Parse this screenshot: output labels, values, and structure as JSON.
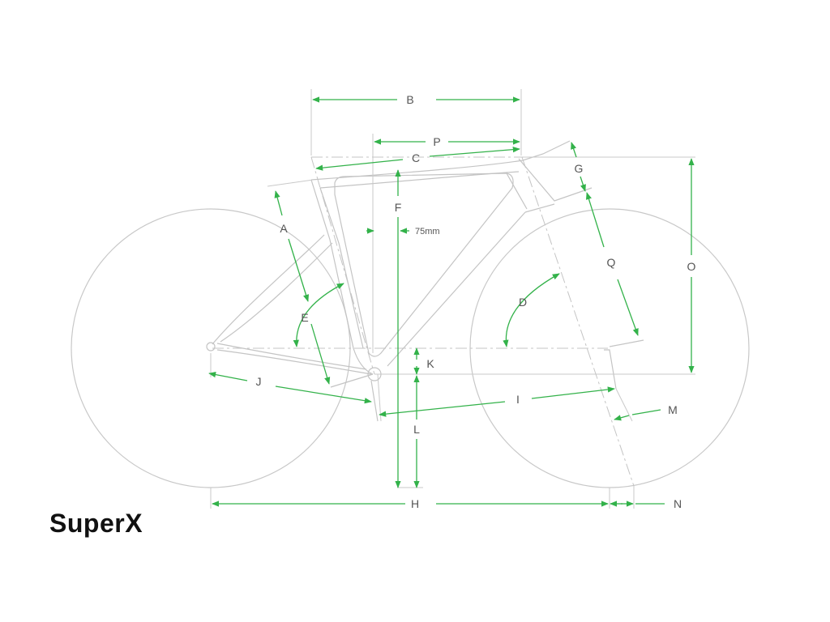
{
  "model_name": "SuperX",
  "dimension_labels": {
    "A": "A",
    "B": "B",
    "C": "C",
    "D": "D",
    "E": "E",
    "F": "F",
    "G": "G",
    "H": "H",
    "I": "I",
    "J": "J",
    "K": "K",
    "L": "L",
    "M": "M",
    "N": "N",
    "O": "O",
    "P": "P",
    "Q": "Q"
  },
  "annotation_75mm": "75mm",
  "colors": {
    "dimension": "#33b24a",
    "frame": "#c4c4c4",
    "text": "#555555",
    "title": "#111111"
  }
}
